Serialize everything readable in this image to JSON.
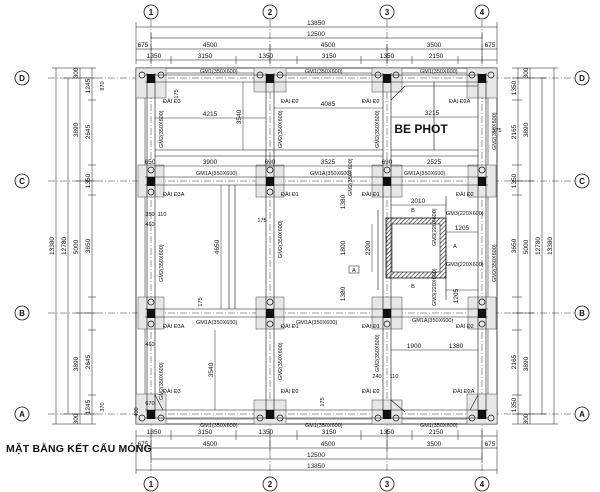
{
  "title": "MẶT BẰNG KẾT CẤU MÓNG",
  "axes": {
    "x": [
      "1",
      "2",
      "3",
      "4"
    ],
    "y": [
      "D",
      "C",
      "B",
      "A"
    ]
  },
  "dims": {
    "top": {
      "overall": "13850",
      "axis_total": "12500",
      "edges": [
        "675",
        "675"
      ],
      "spans": [
        "4500",
        "4500",
        "3500"
      ],
      "sub": [
        "1350",
        "3150",
        "1350",
        "3150",
        "1350",
        "2150"
      ]
    },
    "bottom": {
      "overall": "13850",
      "axis_total": "12500",
      "edges": [
        "675",
        "675"
      ],
      "spans": [
        "4500",
        "4500",
        "3500"
      ],
      "sub": [
        "1350",
        "3150",
        "1350",
        "3150",
        "1350",
        "2150"
      ]
    },
    "left": {
      "overall": "13380",
      "axis_total": "12780",
      "edges": [
        "300",
        "300"
      ],
      "spans": [
        "3890",
        "5000",
        "3890"
      ],
      "sub": [
        "1245",
        "2645",
        "1350",
        "3650",
        "2645",
        "1245"
      ]
    },
    "right": {
      "overall": "13380",
      "axis_total": "12780",
      "edges": [
        "300",
        "300"
      ],
      "spans": [
        "3890",
        "5000",
        "3890"
      ],
      "sub": [
        "1350",
        "2165",
        "1350",
        "3650",
        "2165",
        "1350"
      ]
    }
  },
  "inner_dims": {
    "d4215": "4215",
    "d4085": "4085",
    "d3215": "3215",
    "d3540a": "3540",
    "d3540b": "3540",
    "d3900": "3900",
    "d3525": "3525",
    "d2525": "2525",
    "d650": "650",
    "d690a": "690",
    "d690b": "690",
    "d175a": "175",
    "d175b": "175",
    "d175c": "175",
    "d175d": "175",
    "d175e": "175",
    "d4650": "4650",
    "d2010": "2010",
    "d1205a": "1205",
    "d1205b": "1205",
    "d1800": "1800",
    "d2200": "2200",
    "d1380a": "1380",
    "d1380b": "1380",
    "d1380c": "1380",
    "d1900": "1900",
    "d350": "350",
    "d110a": "110",
    "d110b": "110",
    "d460a": "460",
    "d460b": "460",
    "d240": "240",
    "d400": "400",
    "d670": "670",
    "d870": "870",
    "d370": "370"
  },
  "footings": {
    "f1": "ĐÀI Đ3",
    "f2": "ĐÀI Đ2",
    "f3": "ĐÀI Đ2",
    "f4": "ĐÀI Đ2A",
    "f5": "ĐÀI Đ3A",
    "f6": "ĐÀI Đ1",
    "f7": "ĐÀI Đ1",
    "f8": "ĐÀI Đ2",
    "f9": "ĐÀI Đ3A",
    "f10": "ĐÀI Đ1",
    "f11": "ĐÀI Đ1",
    "f12": "ĐÀI Đ2",
    "f13": "ĐÀI Đ3",
    "f14": "ĐÀI Đ2",
    "f15": "ĐÀI Đ2",
    "f16": "ĐÀI Đ2A"
  },
  "beams": {
    "gm1": "GM1(350X600)",
    "gm1a": "GM1A(350X600)",
    "gm2": "GM2(350X600)",
    "gm3": "GM3(220X600)"
  },
  "labels": {
    "be_phot": "BE PHOT",
    "sec_a": "A",
    "sec_b": "B"
  }
}
